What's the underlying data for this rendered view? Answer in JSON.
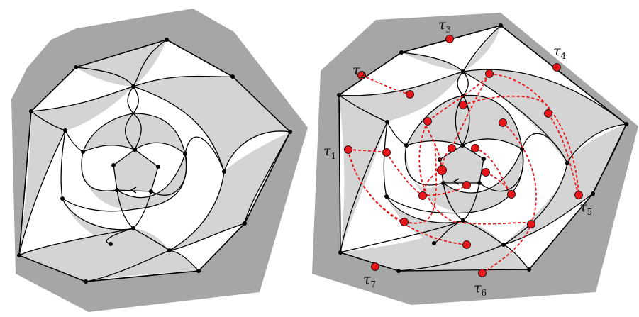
{
  "figure": {
    "background_color": "#ffffff",
    "outer_region_color": "#a6a6a6",
    "face_color": "#d4d4d4",
    "edge_color": "#000000",
    "vertex_color": "#000000",
    "highlight_color": "#e8151b",
    "dual_path_color": "#e8151b"
  },
  "panels": [
    {
      "id": "left",
      "labels": []
    },
    {
      "id": "right",
      "labels": [
        {
          "base": "τ",
          "sub": "1"
        },
        {
          "base": "τ",
          "sub": "2"
        },
        {
          "base": "τ",
          "sub": "3"
        },
        {
          "base": "τ",
          "sub": "4"
        },
        {
          "base": "τ",
          "sub": "5"
        },
        {
          "base": "τ",
          "sub": "6"
        },
        {
          "base": "τ",
          "sub": "7"
        }
      ]
    }
  ]
}
